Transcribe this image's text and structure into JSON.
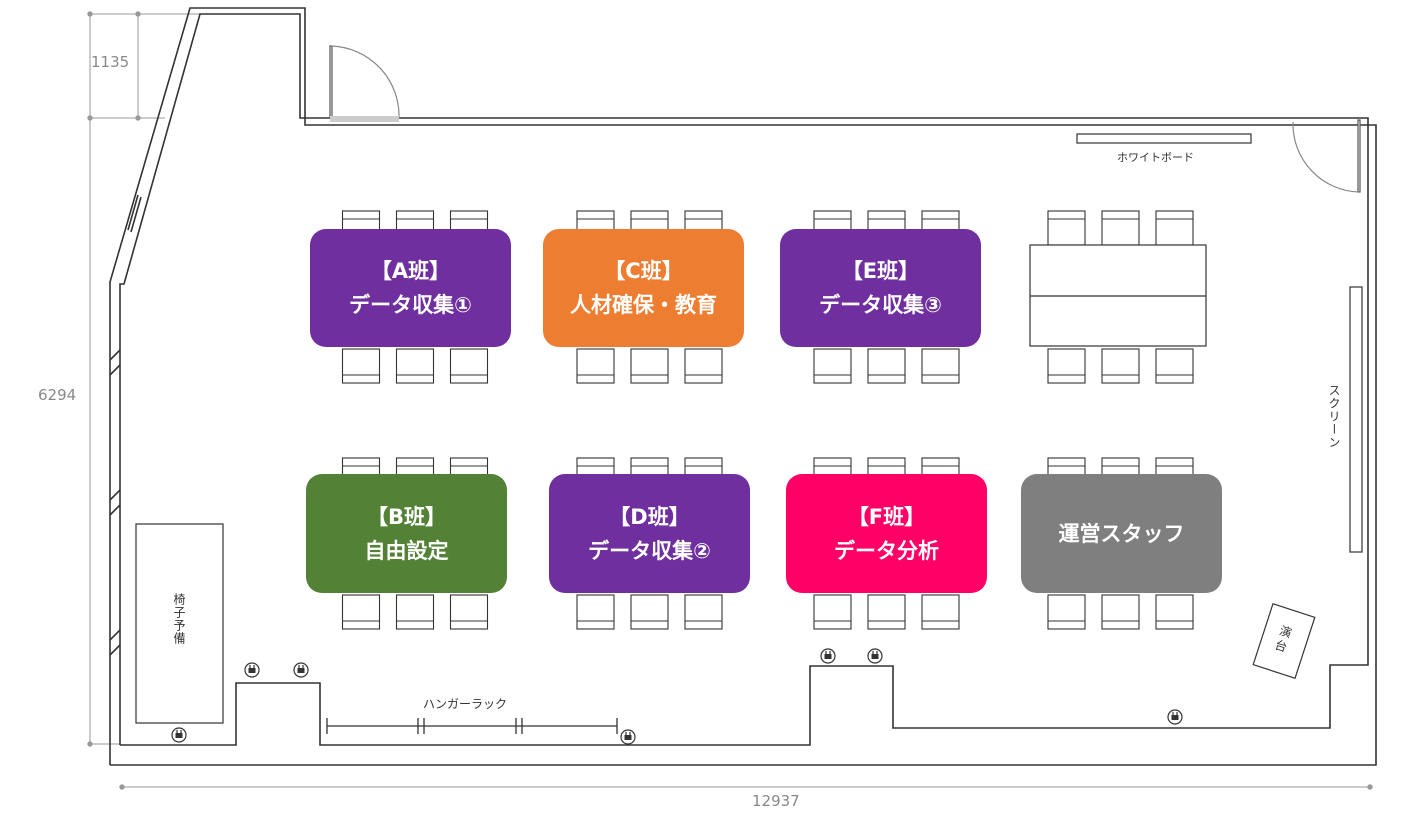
{
  "dimensions": {
    "corridor_width": "1135",
    "room_depth": "6294",
    "room_width": "12937"
  },
  "labels": {
    "whiteboard": "ホワイトボード",
    "screen": "スクリーン",
    "podium": "演台",
    "spare_chairs": "椅子予備",
    "hanger_rack": "ハンガーラック"
  },
  "groups": [
    {
      "id": "a",
      "line1": "【A班】",
      "line2": "データ収集①",
      "color": "#6f2f9f"
    },
    {
      "id": "c",
      "line1": "【C班】",
      "line2": "人材確保・教育",
      "color": "#ed7d31"
    },
    {
      "id": "e",
      "line1": "【E班】",
      "line2": "データ収集③",
      "color": "#6f2f9f"
    },
    {
      "id": "b",
      "line1": "【B班】",
      "line2": "自由設定",
      "color": "#538135"
    },
    {
      "id": "d",
      "line1": "【D班】",
      "line2": "データ収集②",
      "color": "#6f2f9f"
    },
    {
      "id": "f",
      "line1": "【F班】",
      "line2": "データ分析",
      "color": "#ff0066"
    },
    {
      "id": "staff",
      "line1": "運営スタッフ",
      "line2": "",
      "color": "#7f7f7f"
    }
  ],
  "colors": {
    "wall": "#333333",
    "door_swing": "#888888",
    "dimension": "#999999"
  }
}
